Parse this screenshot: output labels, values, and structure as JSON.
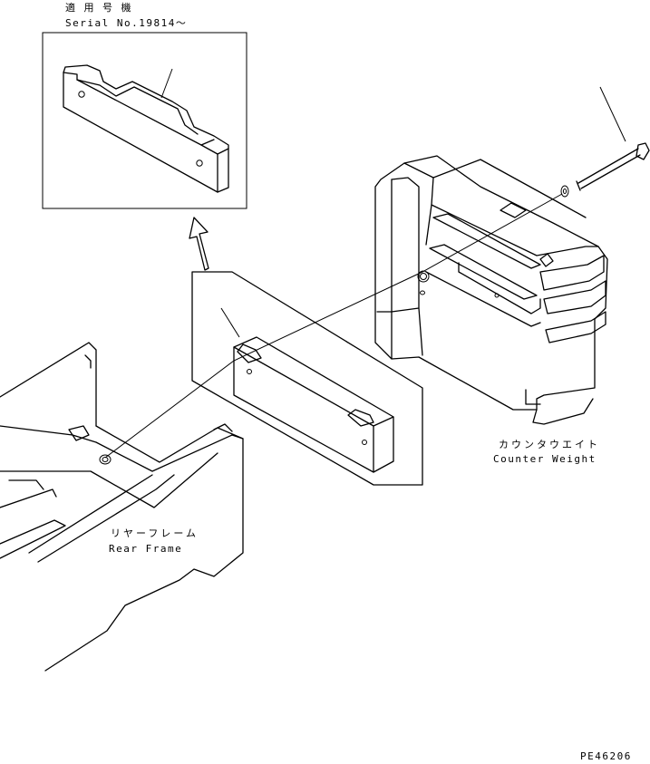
{
  "inset": {
    "title_jp": "適 用 号 機",
    "serial": "Serial No.19814〜"
  },
  "labels": {
    "counter_weight_jp": "カウンタウエイト",
    "counter_weight_en": "Counter Weight",
    "rear_frame_jp": "リヤーフレーム",
    "rear_frame_en": "Rear Frame"
  },
  "drawing_id": "PE46206"
}
